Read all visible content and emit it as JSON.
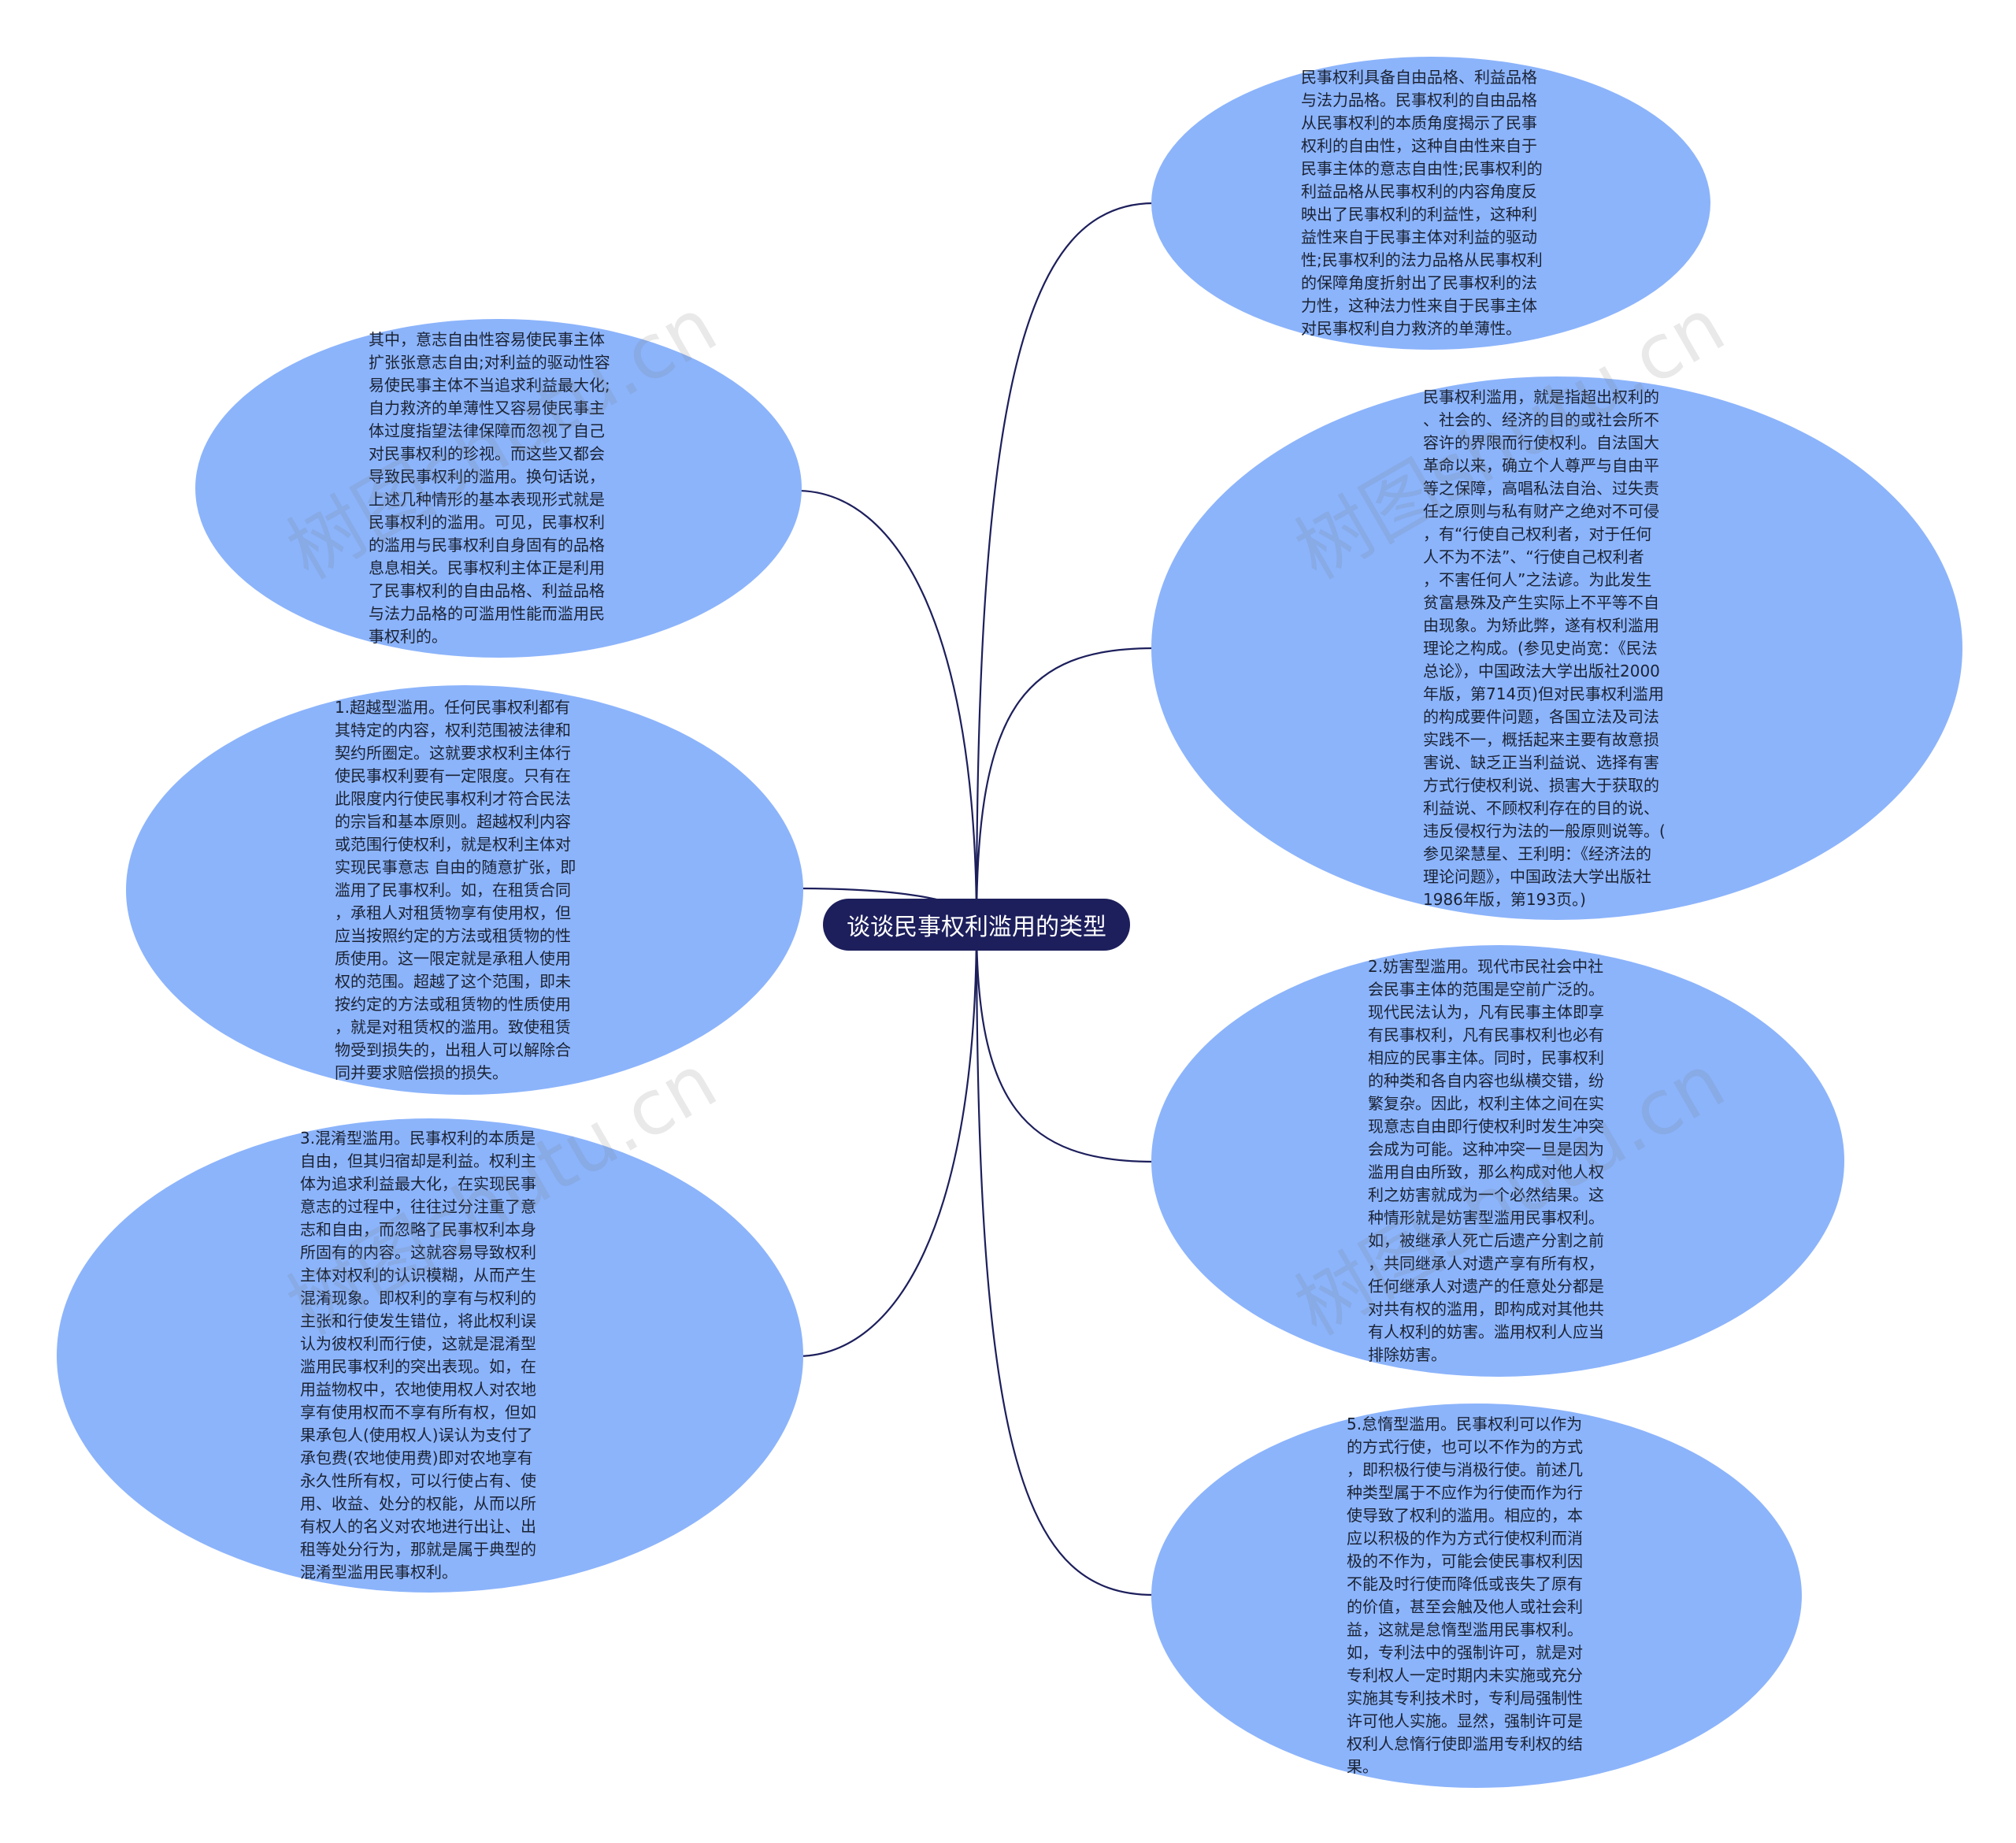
{
  "diagram": {
    "center": "谈谈民事权利滥用的类型",
    "nodes": [
      {
        "id": "left-1",
        "text": "其中，意志自由性容易使民事主体\n扩张张意志自由;对利益的驱动性容\n易使民事主体不当追求利益最大化;\n自力救济的单薄性又容易使民事主\n体过度指望法律保障而忽视了自己\n对民事权利的珍视。而这些又都会\n导致民事权利的滥用。换句话说，\n上述几种情形的基本表现形式就是\n民事权利的滥用。可见，民事权利\n的滥用与民事权利自身固有的品格\n息息相关。民事权利主体正是利用\n了民事权利的自由品格、利益品格\n与法力品格的可滥用性能而滥用民\n事权利的。"
      },
      {
        "id": "left-2",
        "text": "1.超越型滥用。任何民事权利都有\n其特定的内容，权利范围被法律和\n契约所圈定。这就要求权利主体行\n使民事权利要有一定限度。只有在\n此限度内行使民事权利才符合民法\n的宗旨和基本原则。超越权利内容\n或范围行使权利，就是权利主体对\n实现民事意志 自由的随意扩张，即\n滥用了民事权利。如，在租赁合同\n，承租人对租赁物享有使用权，但\n应当按照约定的方法或租赁物的性\n质使用。这一限定就是承租人使用\n权的范围。超越了这个范围，即未\n按约定的方法或租赁物的性质使用\n，就是对租赁权的滥用。致使租赁\n物受到损失的，出租人可以解除合\n同并要求赔偿损的损失。"
      },
      {
        "id": "left-3",
        "text": "3.混淆型滥用。民事权利的本质是\n自由，但其归宿却是利益。权利主\n体为追求利益最大化，在实现民事\n意志的过程中，往往过分注重了意\n志和自由，而忽略了民事权利本身\n所固有的内容。这就容易导致权利\n主体对权利的认识模糊，从而产生\n混淆现象。即权利的享有与权利的\n主张和行使发生错位，将此权利误\n认为彼权利而行使，这就是混淆型\n滥用民事权利的突出表现。如，在\n用益物权中，农地使用权人对农地\n享有使用权而不享有所有权，但如\n果承包人(使用权人)误认为支付了\n承包费(农地使用费)即对农地享有\n永久性所有权，可以行使占有、使\n用、收益、处分的权能，从而以所\n有权人的名义对农地进行出让、出\n租等处分行为，那就是属于典型的\n混淆型滥用民事权利。"
      },
      {
        "id": "right-1",
        "text": "民事权利具备自由品格、利益品格\n与法力品格。民事权利的自由品格\n从民事权利的本质角度揭示了民事\n权利的自由性，这种自由性来自于\n民事主体的意志自由性;民事权利的\n利益品格从民事权利的内容角度反\n映出了民事权利的利益性，这种利\n益性来自于民事主体对利益的驱动\n性;民事权利的法力品格从民事权利\n的保障角度折射出了民事权利的法\n力性，这种法力性来自于民事主体\n对民事权利自力救济的单薄性。"
      },
      {
        "id": "right-2",
        "text": "民事权利滥用，就是指超出权利的\n、社会的、经济的目的或社会所不\n容许的界限而行使权利。自法国大\n革命以来，确立个人尊严与自由平\n等之保障，高唱私法自治、过失责\n任之原则与私有财产之绝对不可侵\n，有“行使自己权利者，对于任何\n人不为不法”、“行使自己权利者\n，不害任何人”之法谚。为此发生\n贫富悬殊及产生实际上不平等不自\n由现象。为矫此弊，遂有权利滥用\n理论之构成。(参见史尚宽：《民法\n总论》，中国政法大学出版社2000\n年版，第714页)但对民事权利滥用\n的构成要件问题，各国立法及司法\n实践不一，概括起来主要有故意损\n害说、缺乏正当利益说、选择有害\n方式行使权利说、损害大于获取的\n利益说、不顾权利存在的目的说、\n违反侵权行为法的一般原则说等。(\n参见梁慧星、王利明：《经济法的\n理论问题》，中国政法大学出版社\n1986年版，第193页。)"
      },
      {
        "id": "right-3",
        "text": "2.妨害型滥用。现代市民社会中社\n会民事主体的范围是空前广泛的。\n现代民法认为，凡有民事主体即享\n有民事权利，凡有民事权利也必有\n相应的民事主体。同时，民事权利\n的种类和各自内容也纵横交错，纷\n繁复杂。因此，权利主体之间在实\n现意志自由即行使权利时发生冲突\n会成为可能。这种冲突一旦是因为\n滥用自由所致，那么构成对他人权\n利之妨害就成为一个必然结果。这\n种情形就是妨害型滥用民事权利。\n如，被继承人死亡后遗产分割之前\n，共同继承人对遗产享有所有权，\n任何继承人对遗产的任意处分都是\n对共有权的滥用，即构成对其他共\n有人权利的妨害。滥用权利人应当\n排除妨害。"
      },
      {
        "id": "right-4",
        "text": "5.怠惰型滥用。民事权利可以作为\n的方式行使，也可以不作为的方式\n，即积极行使与消极行使。前述几\n种类型属于不应作为行使而作为行\n使导致了权利的滥用。相应的，本\n应以积极的作为方式行使权利而消\n极的不作为，可能会使民事权利因\n不能及时行使而降低或丧失了原有\n的价值，甚至会触及他人或社会利\n益，这就是怠惰型滥用民事权利。\n如，专利法中的强制许可，就是对\n专利权人一定时期内未实施或充分\n实施其专利技术时，专利局强制性\n许可他人实施。显然，强制许可是\n权利人怠惰行使即滥用专利权的结\n果。"
      }
    ]
  },
  "watermarks": [
    "树图shutu.cn",
    "树图shutu.cn",
    "树图shutu.cn",
    "树图shutu.cn"
  ],
  "colors": {
    "node": "#8cb4fb",
    "center": "#1d1f5c",
    "link": "#1d1f5c"
  }
}
